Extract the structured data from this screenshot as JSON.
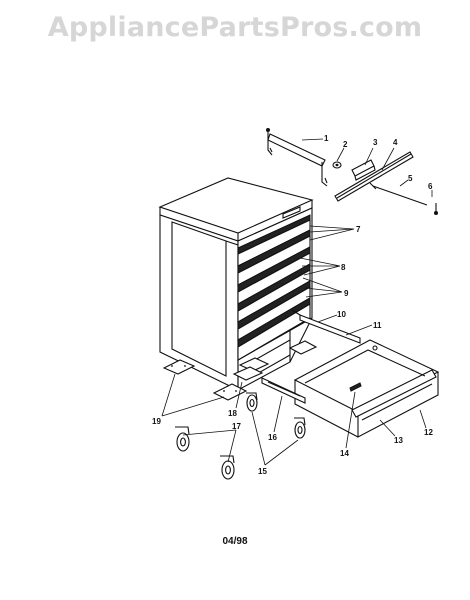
{
  "watermark": "AppliancePartsPros.com",
  "footer_code": "04/98",
  "callouts": [
    "1",
    "2",
    "3",
    "4",
    "5",
    "6",
    "7",
    "8",
    "9",
    "10",
    "11",
    "12",
    "13",
    "14",
    "15",
    "16",
    "17",
    "18",
    "19"
  ],
  "colors": {
    "ink": "#111111",
    "watermark": "#d6d6d6",
    "background": "#ffffff"
  }
}
